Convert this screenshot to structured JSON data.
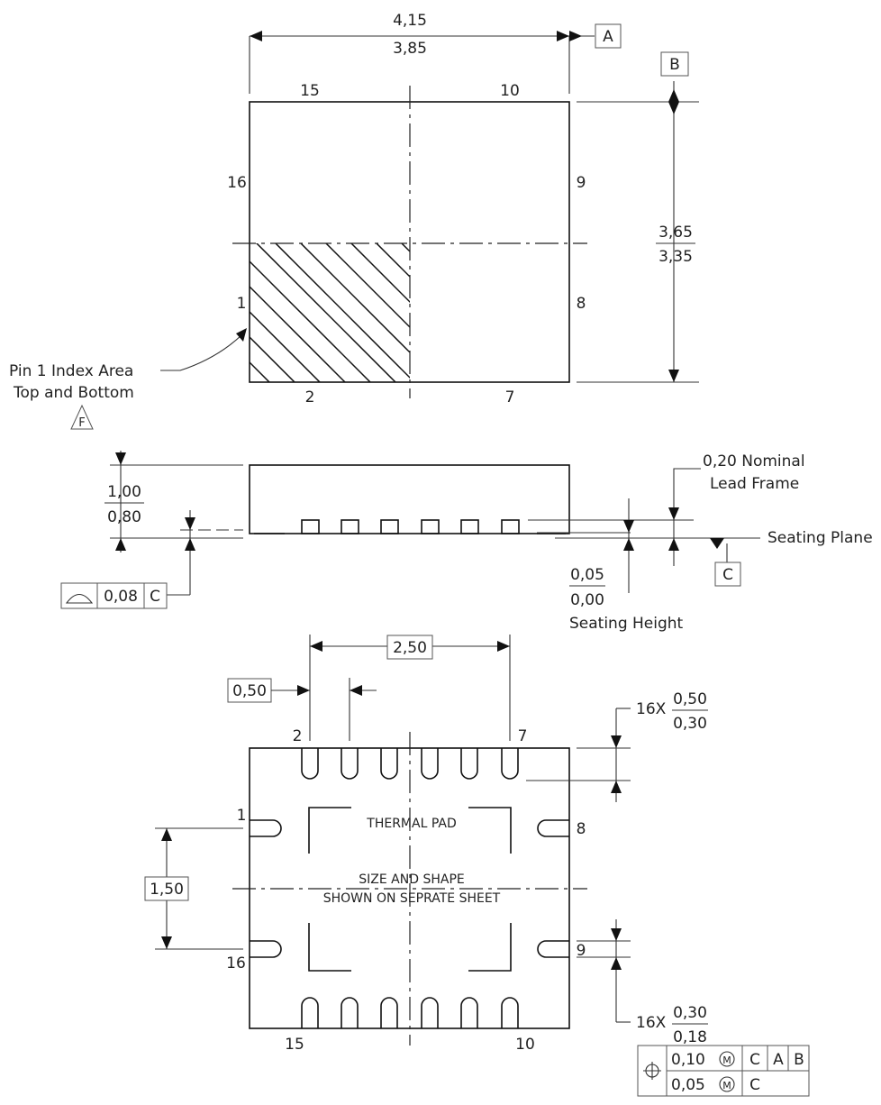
{
  "top_view": {
    "width_max": "4,15",
    "width_min": "3,85",
    "datum_a": "A",
    "datum_b": "B",
    "height_max": "3,65",
    "height_min": "3,35",
    "pin_labels": {
      "p15": "15",
      "p10": "10",
      "p16": "16",
      "p9": "9",
      "p1": "1",
      "p8": "8",
      "p2": "2",
      "p7": "7"
    },
    "pin1_index_line1": "Pin 1 Index Area",
    "pin1_index_line2": "Top and Bottom",
    "note_flag": "F"
  },
  "side_view": {
    "height_max": "1,00",
    "height_min": "0,80",
    "lead_frame_line1": "0,20 Nominal",
    "lead_frame_line2": "Lead Frame",
    "seating_plane": "Seating Plane",
    "datum_c": "C",
    "standoff_max": "0,05",
    "standoff_min": "0,00",
    "seating_height": "Seating Height",
    "coplanarity_value": "0,08",
    "coplanarity_datum": "C"
  },
  "bottom_view": {
    "pitch_span": "2,50",
    "pitch": "0,50",
    "lead_len_prefix": "16X",
    "lead_len_max": "0,50",
    "lead_len_min": "0,30",
    "row_span": "1,50",
    "lead_w_prefix": "16X",
    "lead_w_max": "0,30",
    "lead_w_min": "0,18",
    "thermal_pad": "THERMAL PAD",
    "size_shape_line1": "SIZE AND SHAPE",
    "size_shape_line2": "SHOWN ON SEPRATE SHEET",
    "pin_labels": {
      "p2": "2",
      "p7": "7",
      "p1": "1",
      "p8": "8",
      "p9": "9",
      "p16": "16",
      "p15": "15",
      "p10": "10"
    },
    "position_tol_1": "0,10",
    "position_tol_2": "0,05",
    "modifier": "M",
    "datum_c": "C",
    "datum_a": "A",
    "datum_b": "B"
  }
}
